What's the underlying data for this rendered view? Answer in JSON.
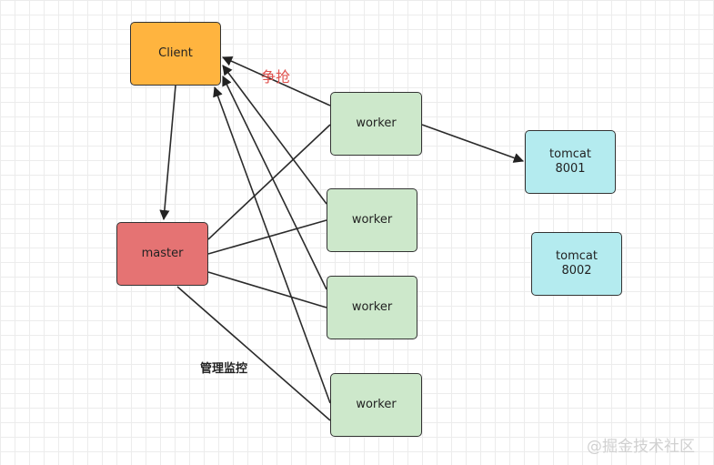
{
  "nodes": {
    "client": "Client",
    "master": "master",
    "worker1": "worker",
    "worker2": "worker",
    "worker3": "worker",
    "worker4": "worker",
    "tomcat1": "tomcat\n8001",
    "tomcat2": "tomcat\n8002"
  },
  "labels": {
    "compete": "争抢",
    "manage": "管理监控"
  },
  "watermark": "@掘金技术社区",
  "colors": {
    "client": "#FFB43F",
    "master": "#E57373",
    "worker": "#CDE8CB",
    "tomcat": "#B4EBEF",
    "compete": "#E0534F"
  }
}
